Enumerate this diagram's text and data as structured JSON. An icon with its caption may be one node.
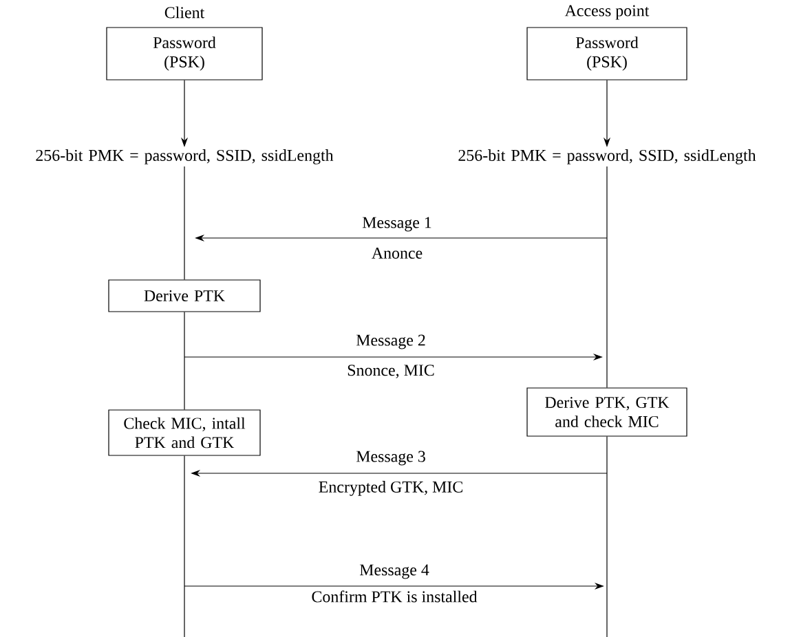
{
  "diagram": {
    "nodes": [
      {
        "text": [
          "Password (PSK)"
        ]
      },
      {
        "text": [
          "Password (PSK)"
        ]
      },
      {
        "text": [
          "256-bit PMK = password, SSID, ssidLength"
        ]
      },
      {
        "text": [
          "256-bit PMK = password, SSID, ssidLength"
        ]
      },
      {
        "text": [
          "Derive PTK"
        ]
      },
      {
        "text": [
          "Derive PTK, GTK and check MIC"
        ]
      },
      {
        "text": [
          "Check MIC, intall PTK and GTK"
        ]
      }
    ],
    "edges": [
      {
        "from": 0,
        "to": 2,
        "arrow": "to"
      },
      {
        "from": 1,
        "to": 3,
        "arrow": "to"
      },
      {
        "from": 2,
        "to": 4,
        "arrow": "none"
      },
      {
        "from": 4,
        "to": 6,
        "arrow": "none"
      },
      {
        "from": 6,
        "to": null,
        "arrow": "none"
      },
      {
        "from": 3,
        "to": 5,
        "arrow": "none"
      },
      {
        "from": 5,
        "to": null,
        "arrow": "none"
      }
    ],
    "labels": [
      "Client",
      "Access point",
      "Message 1",
      "Anonce",
      "Message 2",
      "Snonce, MIC",
      "Message 3",
      "Encrypted GTK, MIC",
      "Message 4",
      "Confirm PTK is installed"
    ]
  }
}
